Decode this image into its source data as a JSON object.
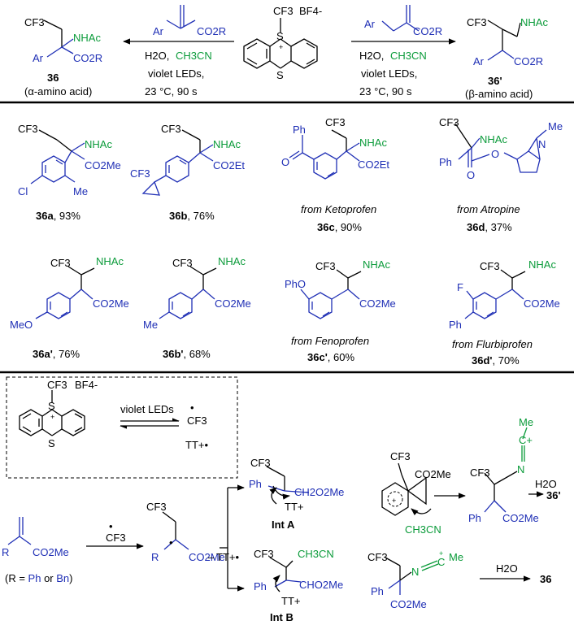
{
  "top": {
    "reagent_cation": "S",
    "reagent_cf3": "CF3",
    "reagent_anion": "BF4-",
    "reagent_s_bottom": "S",
    "left_alkene_ar": "Ar",
    "left_alkene_ester": "CO2R",
    "left_cond_1": "H2O,",
    "left_cond_solvent": "CH3CN",
    "left_cond_2": "violet LEDs,",
    "left_cond_3": "23 °C, 90 s",
    "right_alkene_ar": "Ar",
    "right_alkene_ester": "CO2R",
    "right_cond_1": "H2O,",
    "right_cond_solvent": "CH3CN",
    "right_cond_2": "violet LEDs,",
    "right_cond_3": "23 °C, 90 s",
    "prod_left_cf3": "CF3",
    "prod_left_nhac": "NHAc",
    "prod_left_ar": "Ar",
    "prod_left_ester": "CO2R",
    "prod_left_num": "36",
    "prod_left_desc": "(α-amino acid)",
    "prod_right_cf3": "CF3",
    "prod_right_nhac": "NHAc",
    "prod_right_ar": "Ar",
    "prod_right_ester": "CO2R",
    "prod_right_num": "36'",
    "prod_right_desc": "(β-amino acid)"
  },
  "products_row1": [
    {
      "num": "36a",
      "yield": ", 93%",
      "cf3": "CF3",
      "nhac": "NHAc",
      "ester": "CO2Me",
      "sub1": "Cl",
      "sub2": "Me"
    },
    {
      "num": "36b",
      "yield": ", 76%",
      "cf3": "CF3",
      "nhac": "NHAc",
      "ester": "CO2Et",
      "sub1": "CF3"
    },
    {
      "num": "36c",
      "yield": ", 90%",
      "cf3": "CF3",
      "nhac": "NHAc",
      "ester": "CO2Et",
      "sub1": "Ph",
      "sub2": "O",
      "from": "from Ketoprofen"
    },
    {
      "num": "36d",
      "yield": ", 37%",
      "cf3": "CF3",
      "nhac": "NHAc",
      "sub1": "Ph",
      "sub2": "O",
      "sub3": "O",
      "sub4": "N",
      "sub5": "Me",
      "from": "from Atropine"
    }
  ],
  "products_row2": [
    {
      "num": "36a'",
      "yield": ", 76%",
      "cf3": "CF3",
      "nhac": "NHAc",
      "ester": "CO2Me",
      "sub1": "MeO"
    },
    {
      "num": "36b'",
      "yield": ", 68%",
      "cf3": "CF3",
      "nhac": "NHAc",
      "ester": "CO2Me",
      "sub1": "Me"
    },
    {
      "num": "36c'",
      "yield": ", 60%",
      "cf3": "CF3",
      "nhac": "NHAc",
      "ester": "CO2Me",
      "sub1": "PhO",
      "from": "from Fenoprofen"
    },
    {
      "num": "36d'",
      "yield": ", 70%",
      "cf3": "CF3",
      "nhac": "NHAc",
      "ester": "CO2Me",
      "sub1": "F",
      "sub2": "Ph",
      "from": "from Flurbiprofen"
    }
  ],
  "mechanism": {
    "box_cf3": "CF3",
    "box_anion": "BF4-",
    "box_s_top": "S",
    "box_s_bottom": "S",
    "box_light": "violet LEDs",
    "box_radical": "CF3",
    "box_tt": "TT+•",
    "start_r": "R",
    "start_ester": "CO2Me",
    "start_note_pre": "(R = ",
    "start_note_ph": "Ph",
    "start_note_or": " or ",
    "start_note_bn": "Bn",
    "start_note_post": ")",
    "add_radical": "CF3",
    "rad_cf3": "CF3",
    "rad_r": "R",
    "rad_ester": "CO2Me",
    "tt_label": "TT+•",
    "inta_cf3": "CF3",
    "inta_ph": "Ph",
    "inta_ch2": "CH2O2Me",
    "inta_tt": "TT+",
    "inta_label": "Int A",
    "spiro_cf3": "CF3",
    "spiro_ester": "CO2Me",
    "spiro_plus": "+",
    "spiro_solvent": "CH3CN",
    "nit_top_me": "Me",
    "nit_top_c": "C+",
    "nit_top_n": "N",
    "nit_top_cf3": "CF3",
    "nit_top_ph": "Ph",
    "nit_top_ester": "CO2Me",
    "water_top": "H2O",
    "product_top": "36'",
    "intb_cf3": "CF3",
    "intb_solvent": "CH3CN",
    "intb_ph": "Ph",
    "intb_ch": "CHO2Me",
    "intb_tt": "TT+",
    "intb_label": "Int B",
    "nit_bot_cf3": "CF3",
    "nit_bot_n": "N",
    "nit_bot_c": "C",
    "nit_bot_plus": "+",
    "nit_bot_me": "Me",
    "nit_bot_ph": "Ph",
    "nit_bot_ester": "CO2Me",
    "water_bot": "H2O",
    "product_bot": "36"
  },
  "colors": {
    "blue": "#1f2fb5",
    "green": "#0b9b3a",
    "black": "#000000"
  }
}
